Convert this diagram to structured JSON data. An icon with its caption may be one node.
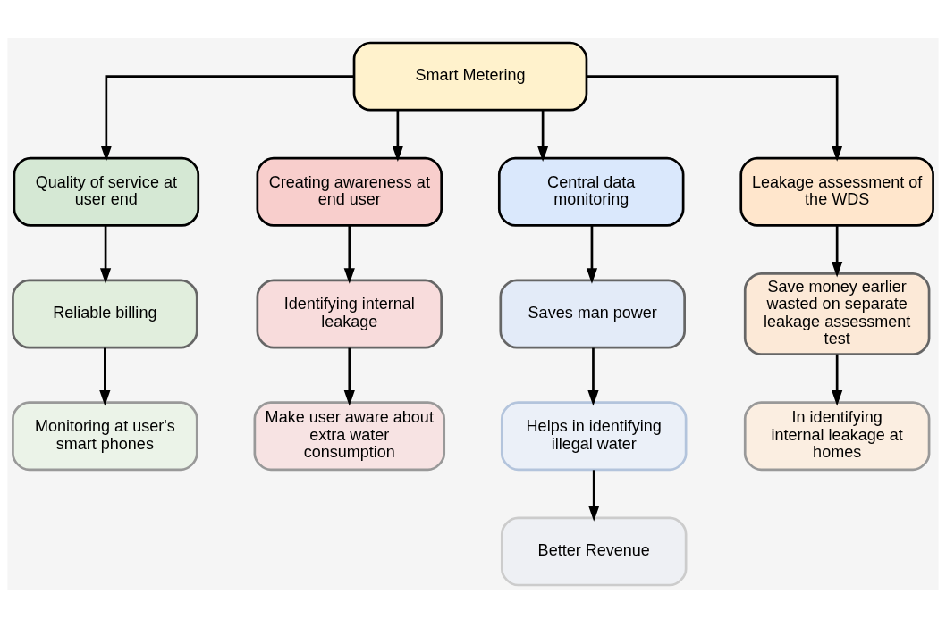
{
  "diagram": {
    "nodes": [
      {
        "text": [
          "Smart Metering"
        ]
      },
      {
        "text": [
          "Quality of service at user end"
        ]
      },
      {
        "text": [
          "Creating awareness at end user"
        ]
      },
      {
        "text": [
          "Central data monitoring"
        ]
      },
      {
        "text": [
          "Leakage assessment of the WDS"
        ]
      },
      {
        "text": [
          "Reliable billing"
        ]
      },
      {
        "text": [
          "Monitoring at user's smart phones"
        ]
      },
      {
        "text": [
          "Identifying internal leakage"
        ]
      },
      {
        "text": [
          "Make user aware about extra water consumption"
        ]
      },
      {
        "text": [
          "Saves man power"
        ]
      },
      {
        "text": [
          "Helps in identifying illegal water"
        ]
      },
      {
        "text": [
          "Better Revenue"
        ]
      },
      {
        "text": [
          "Save money earlier wasted on separate leakage assessment test"
        ]
      },
      {
        "text": [
          "In identifying internal leakage at homes"
        ]
      }
    ],
    "edges": [
      {
        "from": 0,
        "to": 1,
        "arrow": "to"
      },
      {
        "from": 0,
        "to": 2,
        "arrow": "to"
      },
      {
        "from": 0,
        "to": 3,
        "arrow": "to"
      },
      {
        "from": 0,
        "to": 4,
        "arrow": "to"
      },
      {
        "from": 1,
        "to": 5,
        "arrow": "to"
      },
      {
        "from": 5,
        "to": 6,
        "arrow": "to"
      },
      {
        "from": 2,
        "to": 7,
        "arrow": "to"
      },
      {
        "from": 7,
        "to": 8,
        "arrow": "to"
      },
      {
        "from": 3,
        "to": 9,
        "arrow": "to"
      },
      {
        "from": 9,
        "to": 10,
        "arrow": "to"
      },
      {
        "from": 10,
        "to": 11,
        "arrow": "to"
      },
      {
        "from": 4,
        "to": 12,
        "arrow": "to"
      },
      {
        "from": 12,
        "to": 13,
        "arrow": "to"
      }
    ]
  }
}
